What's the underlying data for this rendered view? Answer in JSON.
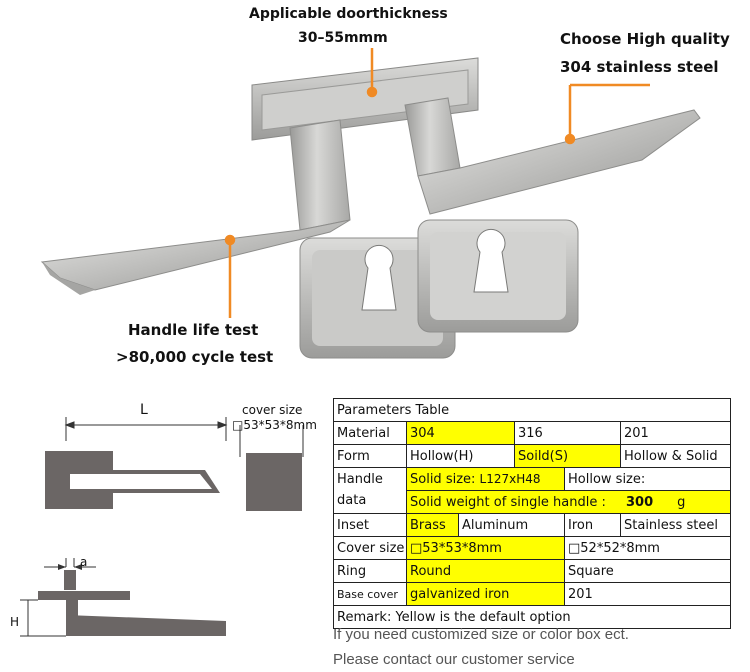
{
  "callouts": {
    "thickness_title": "Applicable doorthickness",
    "thickness_value": "30–55mmm",
    "quality_title": "Choose High quality",
    "quality_value": "304 stainless steel",
    "life_title": "Handle life test",
    "life_value": ">80,000 cycle test"
  },
  "drawing": {
    "length_label": "L",
    "cover_size_title": "cover size",
    "cover_size_value": "□53*53*8mm",
    "height_label": "H",
    "width_label": "a"
  },
  "table": {
    "title": "Parameters Table",
    "material": {
      "label": "Material",
      "v1": "304",
      "v2": "316",
      "v3": "201"
    },
    "form": {
      "label": "Form",
      "v1": "Hollow(H)",
      "v2": "Soild(S)",
      "v3": "Hollow & Solid"
    },
    "handle_data": {
      "label_top": "Handle",
      "label_bottom": "data",
      "solid_size_prefix": "Solid size: ",
      "solid_size_value": "L127xH48",
      "hollow_size": "Hollow size:",
      "weight_prefix": "Solid weight of single handle : ",
      "weight_value": "300",
      "weight_unit": "g"
    },
    "inset": {
      "label": "Inset",
      "v1": "Brass",
      "v2": "Aluminum",
      "v3": "Iron",
      "v4": "Stainless steel"
    },
    "cover_size": {
      "label": "Cover size",
      "v1": "□53*53*8mm",
      "v2": "□52*52*8mm"
    },
    "ring": {
      "label": "Ring",
      "v1": "Round",
      "v2": "Square"
    },
    "base_cover": {
      "label": "Base cover",
      "v1": "galvanized iron",
      "v2": "201"
    },
    "remark": "Remark: Yellow is the default option"
  },
  "notes": {
    "line1": "If you need customized size or color box ect.",
    "line2": "Please contact our customer service"
  },
  "colors": {
    "accent_orange": "#f08a24",
    "highlight_yellow": "#ffff00",
    "steel": "#c9c9c7"
  }
}
